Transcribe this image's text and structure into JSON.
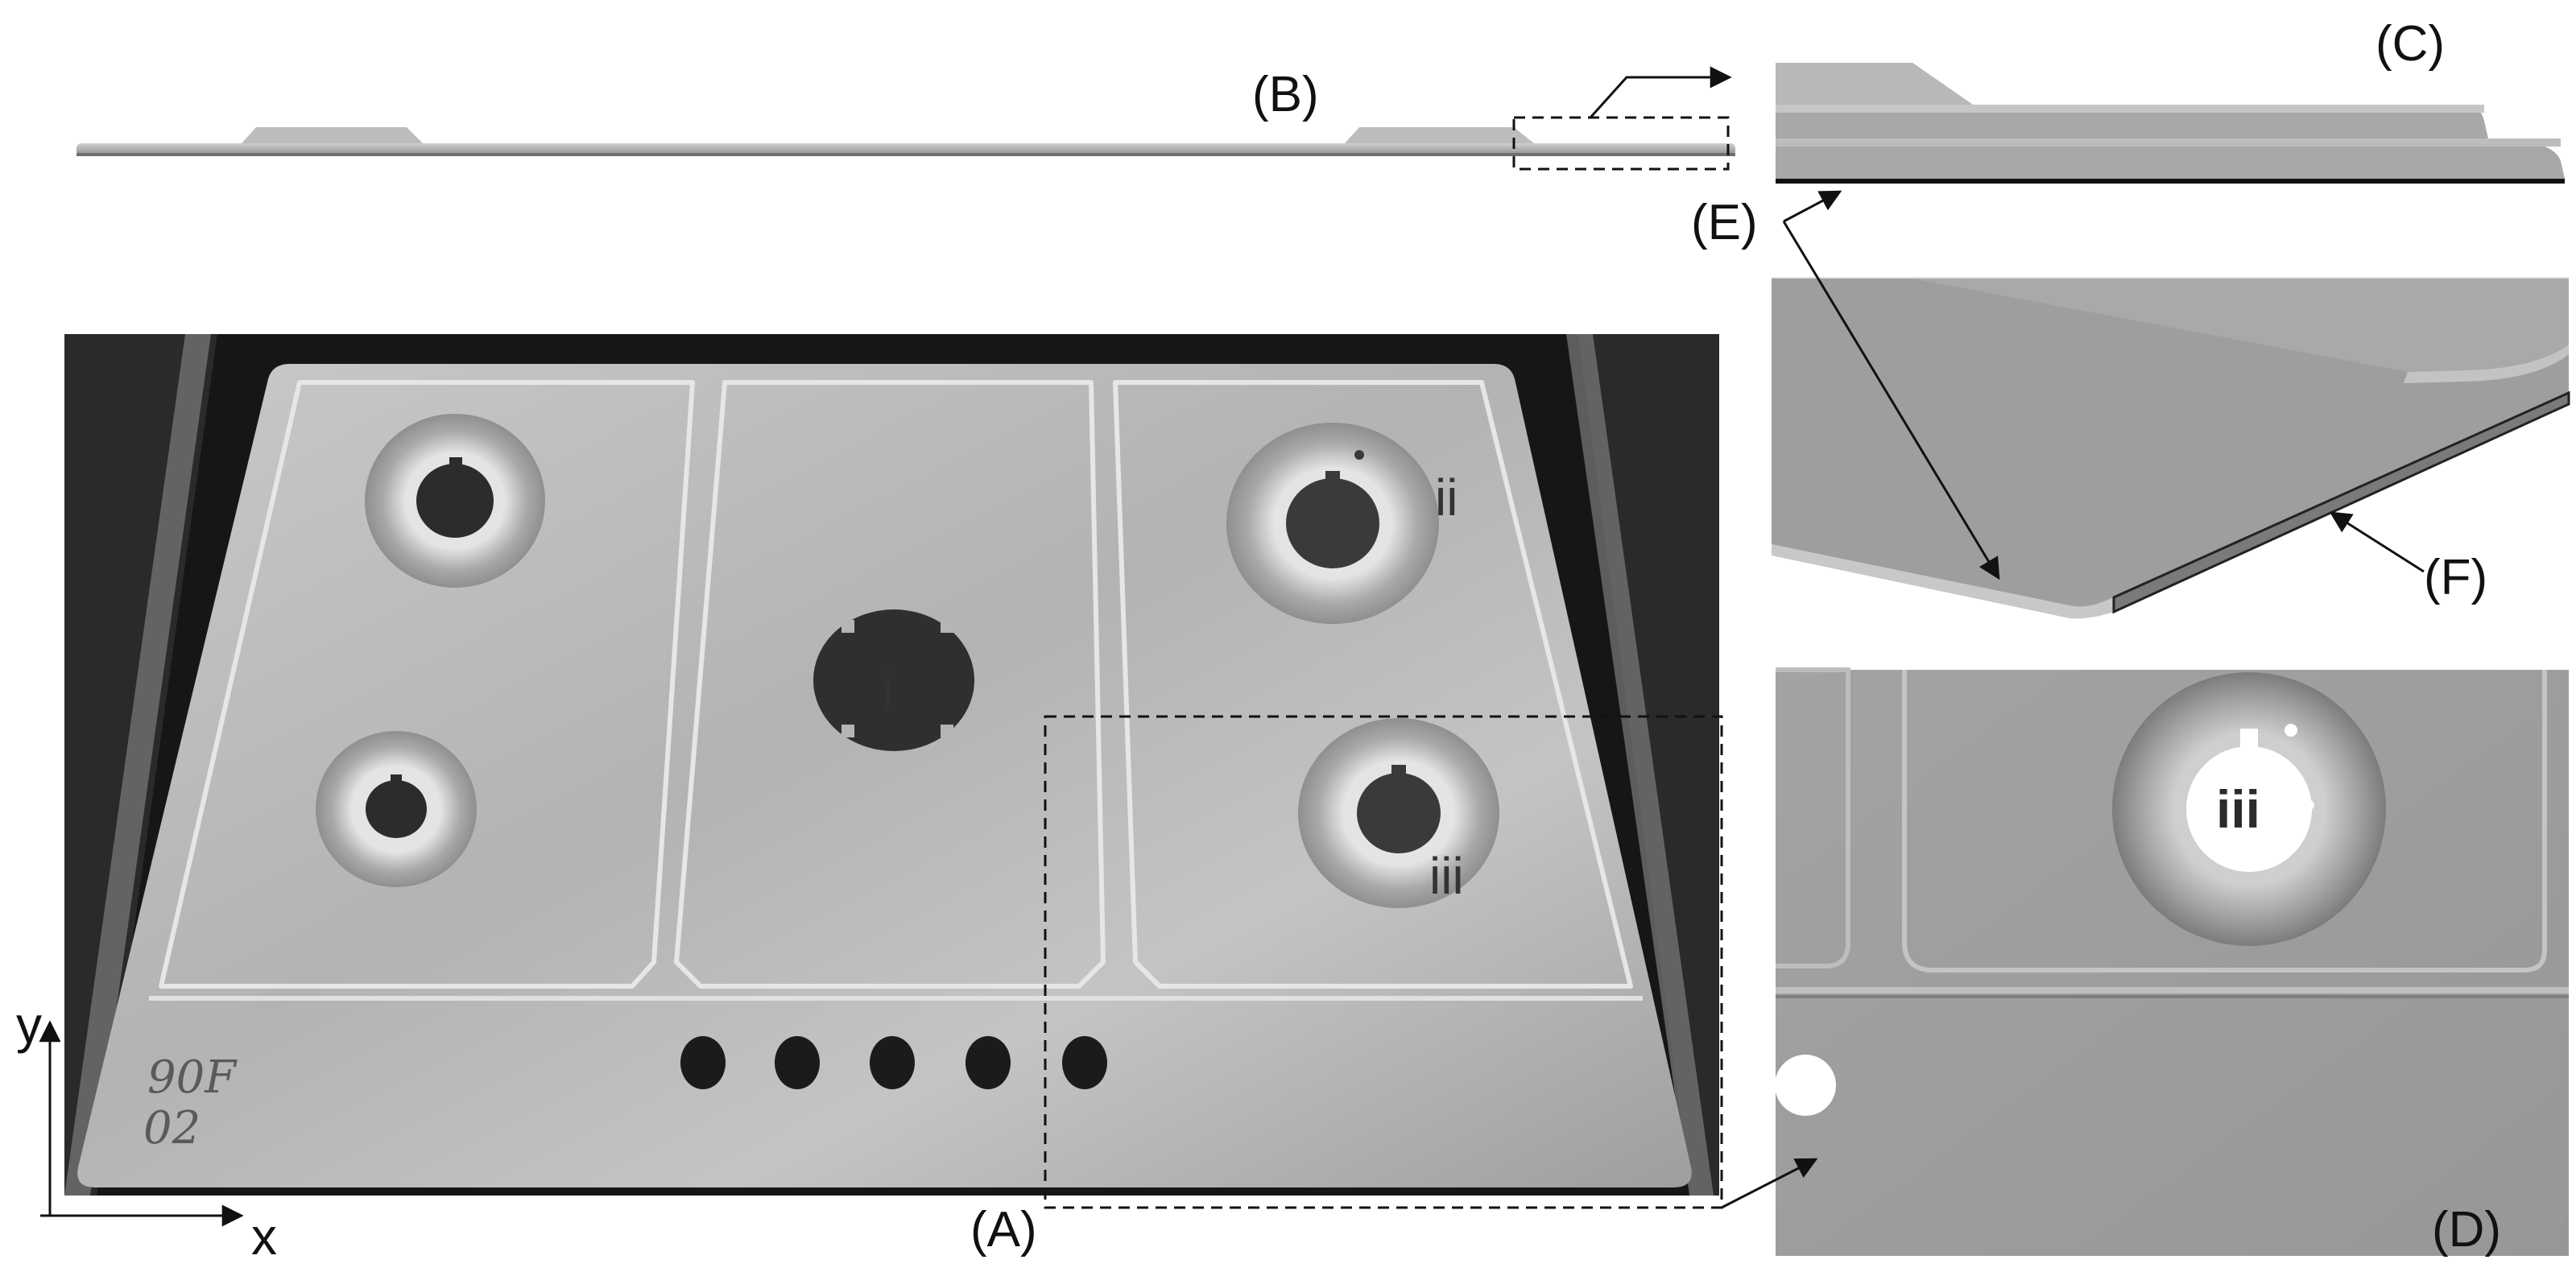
{
  "panels": {
    "A": "(A)",
    "B": "(B)",
    "C": "(C)",
    "D": "(D)",
    "E": "(E)",
    "F": "(F)"
  },
  "burners": {
    "i": "i",
    "ii": "ii",
    "iii_photo": "iii",
    "iii_render": "iii"
  },
  "axes": {
    "x": "x",
    "y": "y"
  },
  "handwriting": {
    "line1": "90F",
    "line2": "02"
  },
  "colors": {
    "photo_background": "#161616",
    "steel": "#b9b9b7",
    "render_gray": "#9b9b9b",
    "line": "#111111"
  }
}
